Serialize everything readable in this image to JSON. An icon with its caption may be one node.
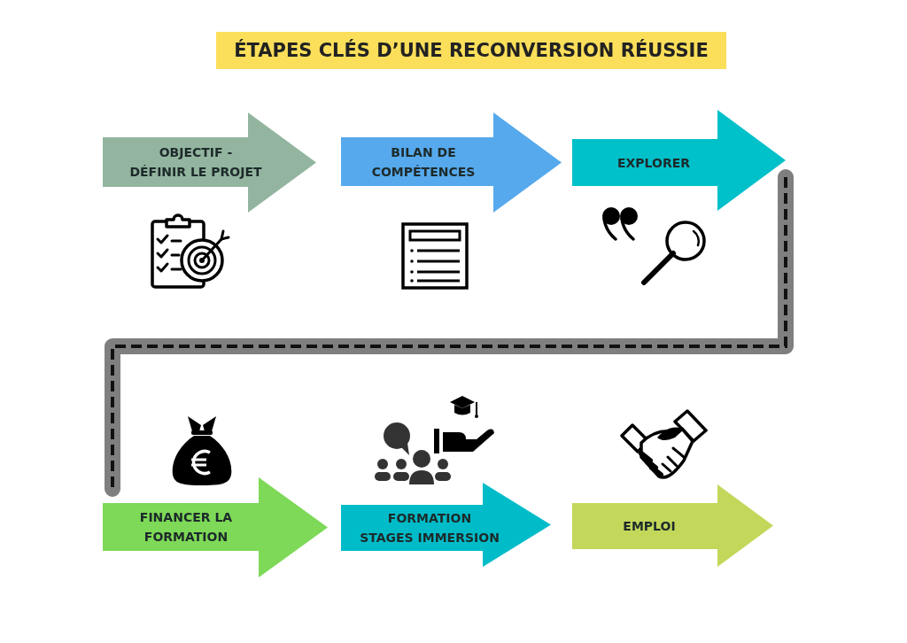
{
  "diagram": {
    "title": "ÉTAPES CLÉS D’UNE RECONVERSION RÉUSSIE",
    "nodes": [
      {
        "text": [
          "OBJECTIF - DÉFINIR LE PROJET"
        ]
      },
      {
        "text": [
          "BILAN DE COMPÉTENCES"
        ]
      },
      {
        "text": [
          "EXPLORER"
        ]
      },
      {
        "text": [
          "FINANCER LA FORMATION"
        ]
      },
      {
        "text": [
          "FORMATION STAGES IMMERSION"
        ]
      },
      {
        "text": [
          "EMPLOI"
        ]
      }
    ],
    "edges": [
      {
        "from": 2,
        "to": 3,
        "arrow": "none",
        "style": "dashed"
      }
    ]
  }
}
